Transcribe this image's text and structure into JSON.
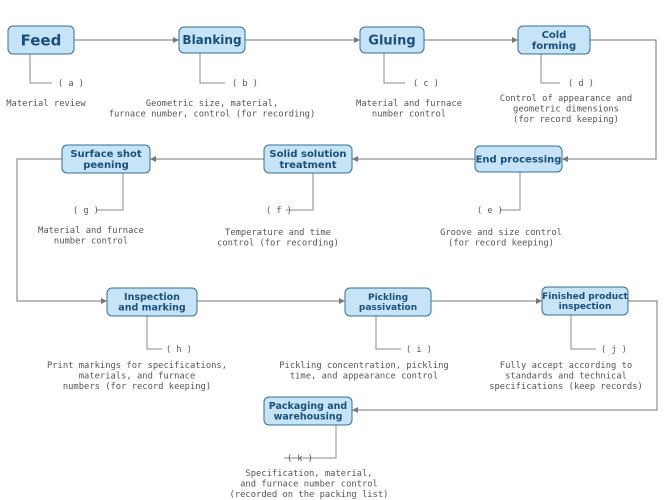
{
  "steps": [
    {
      "id": "feed",
      "lines": [
        "Feed"
      ]
    },
    {
      "id": "blanking",
      "lines": [
        "Blanking"
      ]
    },
    {
      "id": "gluing",
      "lines": [
        "Gluing"
      ]
    },
    {
      "id": "cold-forming",
      "lines": [
        "Cold",
        "forming"
      ]
    },
    {
      "id": "end-processing",
      "lines": [
        "End processing"
      ]
    },
    {
      "id": "solid-solution-treatment",
      "lines": [
        "Solid solution",
        "treatment"
      ]
    },
    {
      "id": "surface-shot-peening",
      "lines": [
        "Surface shot",
        "peening"
      ]
    },
    {
      "id": "inspection-and-marking",
      "lines": [
        "Inspection",
        "and marking"
      ]
    },
    {
      "id": "pickling-passivation",
      "lines": [
        "Pickling",
        "passivation"
      ]
    },
    {
      "id": "finished-product-inspection",
      "lines": [
        "Finished product",
        "inspection"
      ]
    },
    {
      "id": "packaging-and-warehousing",
      "lines": [
        "Packaging and",
        "warehousing"
      ]
    }
  ],
  "notes": [
    {
      "label": "( a )",
      "lines": [
        "Material review"
      ]
    },
    {
      "label": "( b )",
      "lines": [
        "Geometric size, material,",
        "furnace number, control (for recording)"
      ]
    },
    {
      "label": "( c )",
      "lines": [
        "Material and furnace",
        "number control"
      ]
    },
    {
      "label": "( d )",
      "lines": [
        "Control of appearance and",
        "geometric dimensions",
        "(for record keeping)"
      ]
    },
    {
      "label": "( e )",
      "lines": [
        "Groove and size control",
        "(for record keeping)"
      ]
    },
    {
      "label": "( f )",
      "lines": [
        "Temperature and time",
        "control (for recording)"
      ]
    },
    {
      "label": "( g )",
      "lines": [
        "Material and furnace",
        "number control"
      ]
    },
    {
      "label": "( h )",
      "lines": [
        "Print markings for specifications,",
        "materials, and furnace",
        "numbers (for record keeping)"
      ]
    },
    {
      "label": "( i )",
      "lines": [
        "Pickling concentration, pickling",
        "time, and appearance control"
      ]
    },
    {
      "label": "( j )",
      "lines": [
        "Fully accept according to",
        "standards and technical",
        "specifications (keep records)"
      ]
    },
    {
      "label": "( k )",
      "lines": [
        "Specification, material,",
        "and furnace number control",
        "(recorded on the packing list)"
      ]
    }
  ],
  "colors": {
    "box_fill": "#c6e4f5",
    "box_stroke": "#2f6f99",
    "box_text": "#1a4f80",
    "line": "#777777",
    "note_text": "#555555"
  }
}
